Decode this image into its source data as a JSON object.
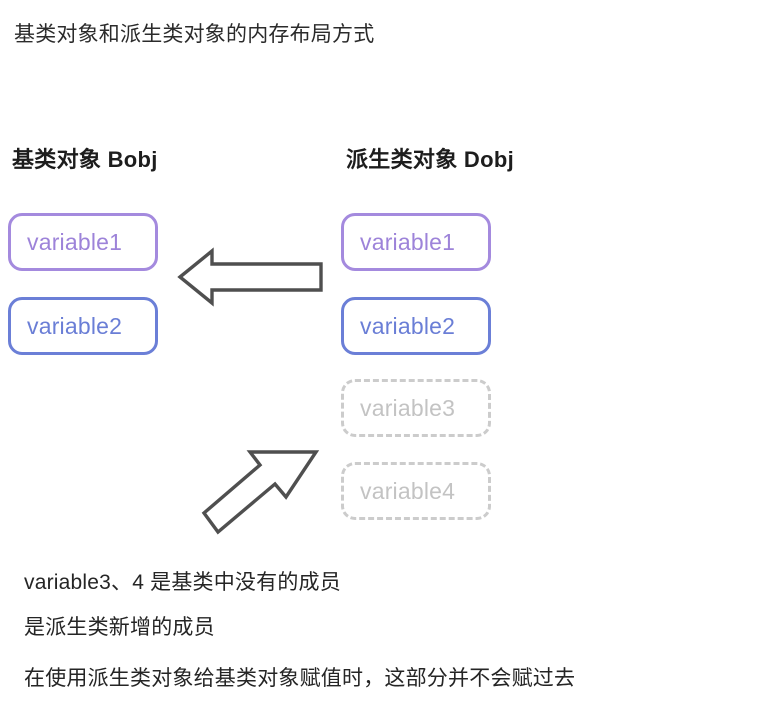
{
  "title": "基类对象和派生类对象的内存布局方式",
  "columns": {
    "left": {
      "heading": "基类对象 Bobj",
      "boxes": [
        {
          "label": "variable1",
          "style": "solid-purple",
          "color": "#9d83d9"
        },
        {
          "label": "variable2",
          "style": "solid-blue",
          "color": "#6a7ed6"
        }
      ]
    },
    "right": {
      "heading": "派生类对象 Dobj",
      "boxes": [
        {
          "label": "variable1",
          "style": "solid-purple",
          "color": "#9d83d9"
        },
        {
          "label": "variable2",
          "style": "solid-blue",
          "color": "#6a7ed6"
        },
        {
          "label": "variable3",
          "style": "dashed-gray",
          "color": "#c3c3c3"
        },
        {
          "label": "variable4",
          "style": "dashed-gray",
          "color": "#c3c3c3"
        }
      ]
    }
  },
  "arrows": [
    {
      "name": "copy-arrow-left",
      "direction": "left",
      "color": "#4f4f4f"
    },
    {
      "name": "exclude-arrow-upright",
      "direction": "up-right",
      "color": "#4f4f4f"
    }
  ],
  "notes": [
    "variable3、4 是基类中没有的成员",
    "是派生类新增的成员",
    "在使用派生类对象给基类对象赋值时，这部分并不会赋过去"
  ],
  "palette": {
    "background": "#ffffff",
    "text": "#252525",
    "purple": "#a48ade",
    "blue": "#6b7fd7",
    "gray": "#cccccc",
    "arrow": "#4f4f4f"
  }
}
